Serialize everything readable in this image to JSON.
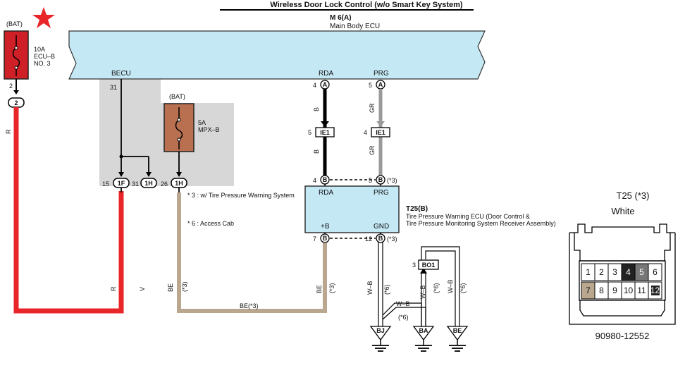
{
  "title": "Wireless Door Lock Control (w/o Smart Key System)",
  "main_ecu": {
    "code": "M 6(A)",
    "name": "Main Body ECU"
  },
  "bat_label_left": "(BAT)",
  "fuse_ecub": {
    "amp": "10A",
    "name1": "ECU–B",
    "name2": "NO. 3",
    "pin": "2"
  },
  "bat_label_mid": "(BAT)",
  "fuse_mpxb": {
    "amp": "5A",
    "name": "MPX–B"
  },
  "pins": {
    "becu": "BECU",
    "becu_pin": "31",
    "rda": "RDA",
    "rda_pin": "4",
    "rda_conn": "A",
    "prg": "PRG",
    "prg_pin": "5",
    "prg_conn": "A",
    "ie1_left_pin": "5",
    "ie1_right_pin": "4",
    "ie1": "IE1",
    "j1f_pin": "15",
    "j1f": "1F",
    "j1h_pin": "31",
    "j1h": "1H",
    "j1h2_pin": "26",
    "j1h2": "1H",
    "t25_rda_pin": "4",
    "t25_prg_pin": "5",
    "t25_conn": "B",
    "t25_b_pin": "7",
    "t25_gnd_pin": "12",
    "bo1": "BO1",
    "bo1_pin": "3"
  },
  "wire_colors": {
    "r_left": "R",
    "r_bottom": "R",
    "v": "V",
    "be_left": "BE",
    "be_note": "(*3)",
    "be_bottom": "BE(*3)",
    "be_right": "BE",
    "be_right_note": "(*3)",
    "b1": "B",
    "b2": "B",
    "gr1": "GR",
    "gr2": "GR",
    "wb1": "W–B",
    "wb1_note": "(*6)",
    "wb2": "W–B",
    "wb2_note": "(*6)",
    "wb3": "W–B",
    "wb3_note": "(*6)",
    "wb4": "W–B",
    "wb4_note": "(*6)"
  },
  "prg_note": "(*3)",
  "gnd_note": "(*3)",
  "notes": {
    "n3": "* 3 : w/ Tire Pressure Warning System",
    "n6": "* 6 : Access Cab"
  },
  "t25": {
    "code": "T25(B)",
    "name1": "Tire Pressure Warning ECU (Door Control &",
    "name2": "Tire Pressure Monitoring System Receiver Assembly)",
    "rda": "RDA",
    "prg": "PRG",
    "b": "+B",
    "gnd": "GND"
  },
  "grounds": {
    "bj": "BJ",
    "ba": "BA",
    "be": "BE"
  },
  "connector": {
    "title": "T25 (*3)",
    "color": "White",
    "part": "90980-12552",
    "top_row": [
      "1",
      "2",
      "3",
      "4",
      "5",
      "6"
    ],
    "bottom_row": [
      "7",
      "8",
      "9",
      "10",
      "11",
      "12"
    ]
  },
  "colors": {
    "ecu_fill": "#c5e8f5",
    "red_wire": "#e8262a",
    "tan_wire": "#b9a78f",
    "gray_wire": "#9a9a9a",
    "shade": "#d7d7d7",
    "fuse_red": "#cf2027",
    "fuse_brown": "#b87050",
    "star": "#e8262a"
  }
}
